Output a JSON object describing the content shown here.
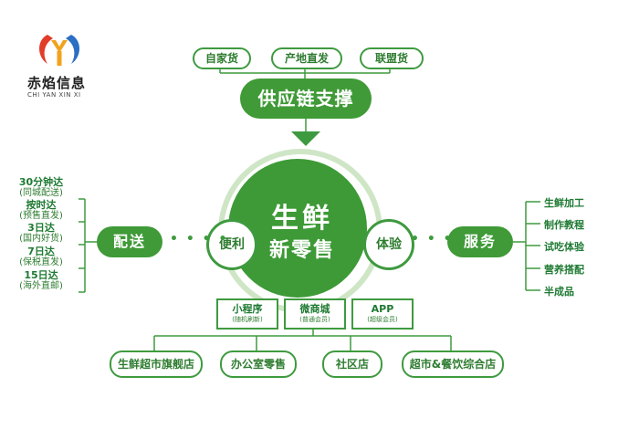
{
  "logo": {
    "name_cn": "赤焰信息",
    "name_en": "CHI YAN XIN XI"
  },
  "top_sources": [
    "自家货",
    "产地直发",
    "联盟货"
  ],
  "supply_chain": "供应链支撑",
  "center": {
    "line1": "生鲜",
    "line2": "新零售"
  },
  "left_node": "便利",
  "right_node": "体验",
  "delivery": {
    "label": "配送",
    "items": [
      {
        "main": "30分钟达",
        "sub": "(同城配送)"
      },
      {
        "main": "按时达",
        "sub": "(预售直发)"
      },
      {
        "main": "3日达",
        "sub": "(国内好货)"
      },
      {
        "main": "7日达",
        "sub": "(保税直发)"
      },
      {
        "main": "15日达",
        "sub": "(海外直邮)"
      }
    ]
  },
  "service": {
    "label": "服务",
    "items": [
      "生鲜加工",
      "制作教程",
      "试吃体验",
      "营养搭配",
      "半成品"
    ]
  },
  "channels": [
    {
      "main": "小程序",
      "sub": "(随机刷新)"
    },
    {
      "main": "微商城",
      "sub": "(普通会员)"
    },
    {
      "main": "APP",
      "sub": "(超级会员)"
    }
  ],
  "stores": [
    "生鲜超市旗舰店",
    "办公室零售",
    "社区店",
    "超市&餐饮综合店"
  ],
  "colors": {
    "primary": "#3f9a37",
    "outline": "#3e9a3f",
    "text": "#1e7a32"
  }
}
